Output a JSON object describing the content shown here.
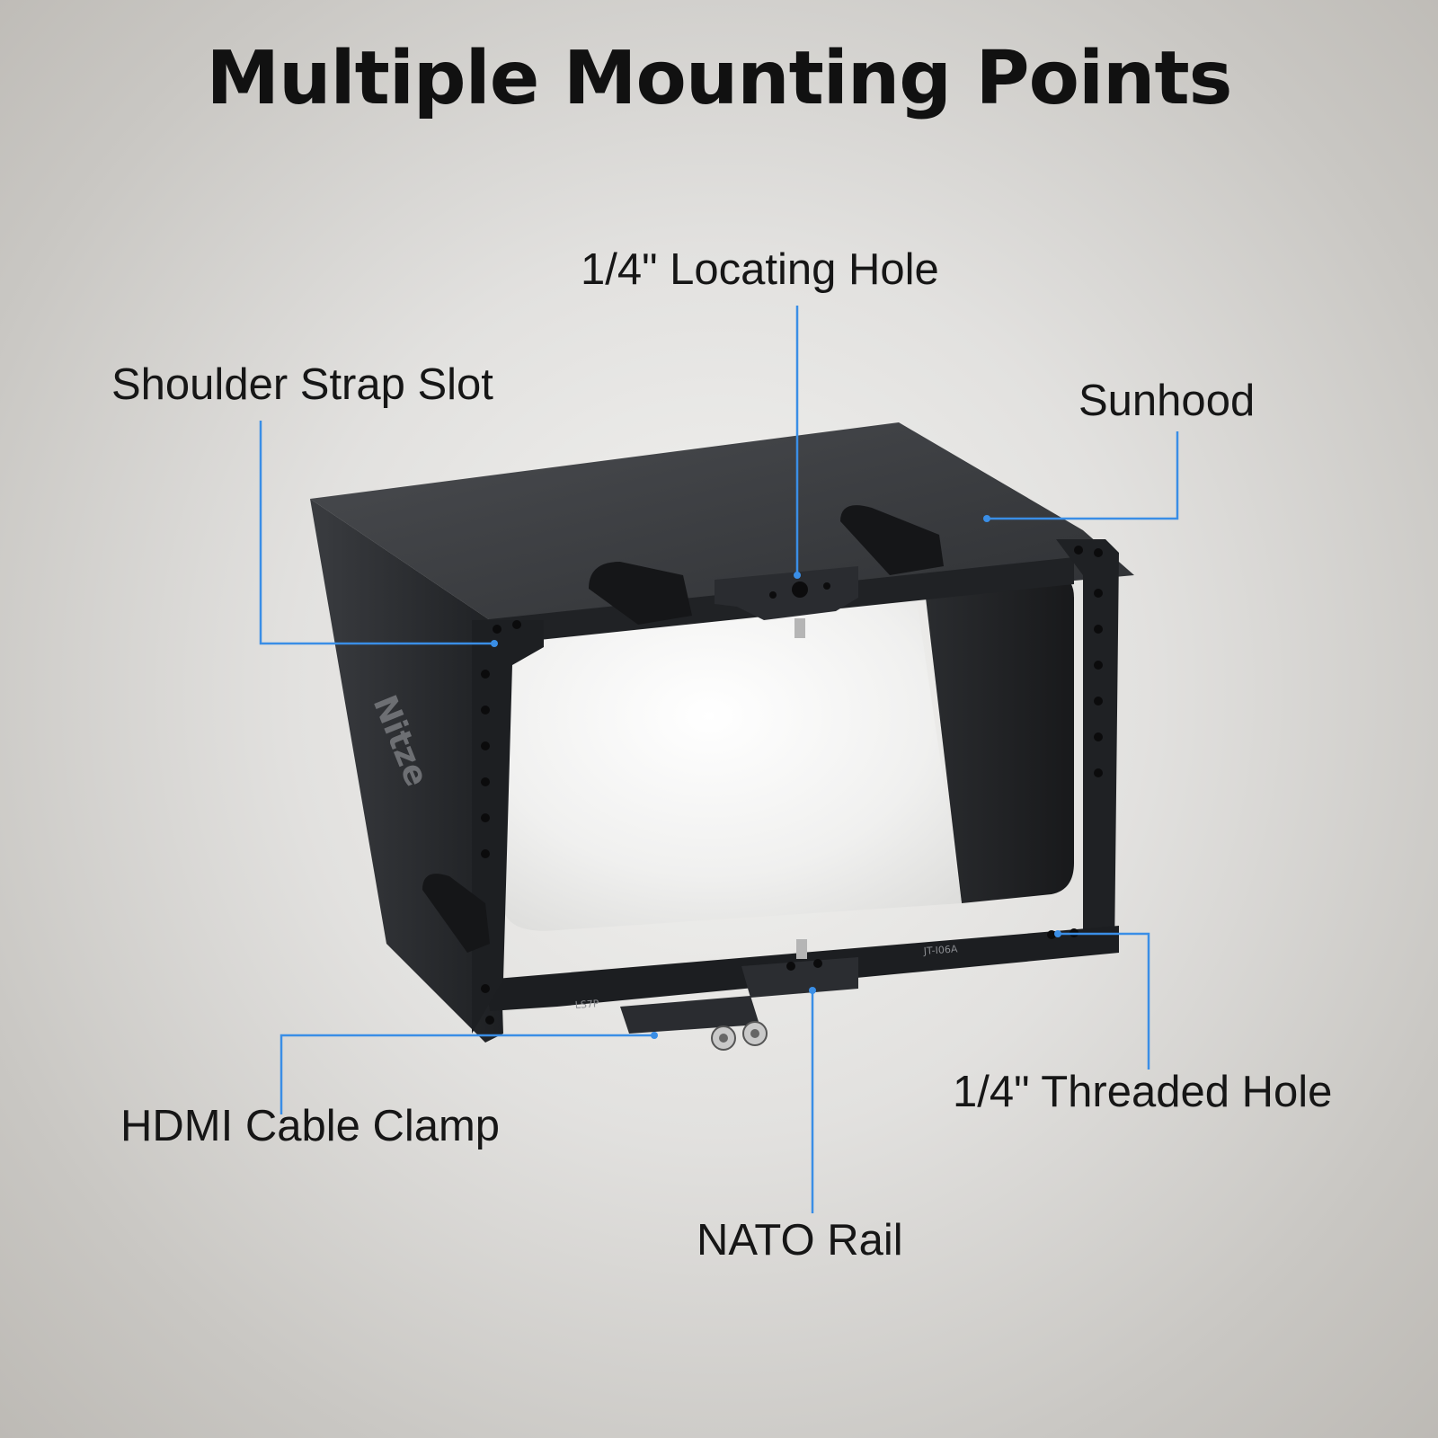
{
  "title": "Multiple Mounting Points",
  "brand": "Nitze",
  "engravings": {
    "left": "LS7P",
    "right": "JT-I06A"
  },
  "callouts": {
    "locating_hole": "1/4\" Locating Hole",
    "shoulder_strap": "Shoulder Strap Slot",
    "sunhood": "Sunhood",
    "hdmi_clamp": "HDMI Cable Clamp",
    "threaded_hole": "1/4\" Threaded Hole",
    "nato_rail": "NATO Rail"
  },
  "colors": {
    "leader_line": "#3a8ee6",
    "product": "#26282b",
    "background": "#d9d8d6"
  }
}
